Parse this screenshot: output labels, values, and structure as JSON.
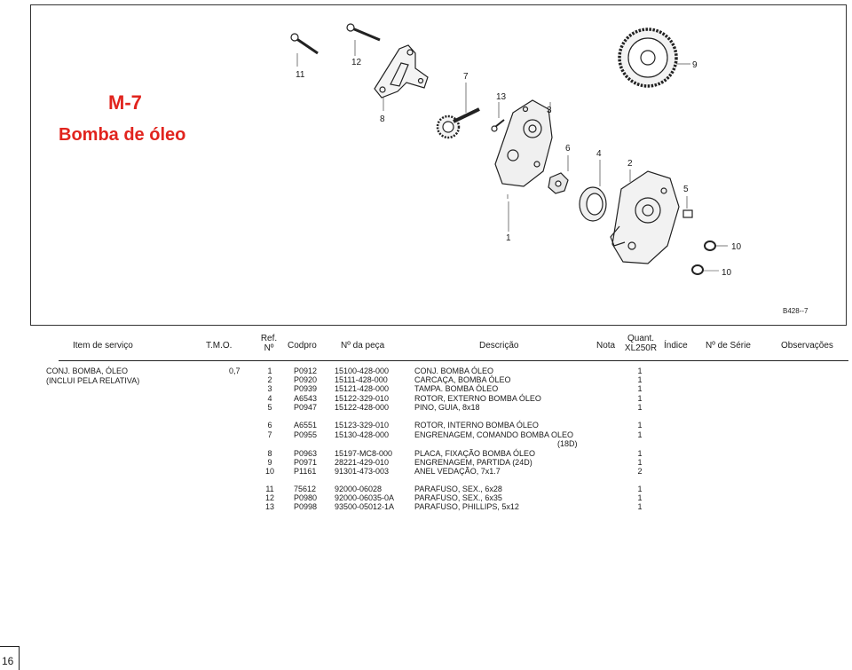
{
  "title": {
    "code": "M-7",
    "name": "Bomba de óleo"
  },
  "figure": {
    "code": "B428--7",
    "callouts": [
      "11",
      "12",
      "8",
      "7",
      "13",
      "3",
      "6",
      "4",
      "2",
      "9",
      "5",
      "10",
      "10",
      "1"
    ]
  },
  "columns": {
    "item": "Item de serviço",
    "tmo": "T.M.O.",
    "ref_line1": "Ref.",
    "ref_line2": "Nº",
    "codpro": "Codpro",
    "part_no": "Nº da peça",
    "description": "Descrição",
    "note": "Nota",
    "qty_line1": "Quant.",
    "qty_line2": "XL250R",
    "index": "Índice",
    "serial": "Nº de Série",
    "remarks": "Observações"
  },
  "service_item": {
    "line1": "CONJ. BOMBA, ÓLEO",
    "line2": "(INCLUI PELA RELATIVA)",
    "tmo": "0,7"
  },
  "rows": [
    {
      "ref": "1",
      "codpro": "P0912",
      "part_no": "15100-428-000",
      "desc": "CONJ. BOMBA ÓLEO",
      "qty": "1"
    },
    {
      "ref": "2",
      "codpro": "P0920",
      "part_no": "15111-428-000",
      "desc": "CARCAÇA, BOMBA ÓLEO",
      "qty": "1"
    },
    {
      "ref": "3",
      "codpro": "P0939",
      "part_no": "15121-428-000",
      "desc": "TAMPA. BOMBA ÓLEO",
      "qty": "1"
    },
    {
      "ref": "4",
      "codpro": "A6543",
      "part_no": "15122-329-010",
      "desc": "ROTOR, EXTERNO BOMBA ÓLEO",
      "qty": "1"
    },
    {
      "ref": "5",
      "codpro": "P0947",
      "part_no": "15122-428-000",
      "desc": "PINO, GUIA, 8x18",
      "qty": "1"
    },
    {
      "ref": "6",
      "codpro": "A6551",
      "part_no": "15123-329-010",
      "desc": "ROTOR, INTERNO BOMBA ÓLEO",
      "qty": "1"
    },
    {
      "ref": "7",
      "codpro": "P0955",
      "part_no": "15130-428-000",
      "desc": "ENGRENAGEM, COMANDO BOMBA OLEO",
      "qty": "1"
    },
    {
      "ref": "",
      "codpro": "",
      "part_no": "",
      "desc": "(18D)",
      "qty": ""
    },
    {
      "ref": "8",
      "codpro": "P0963",
      "part_no": "15197-MC8-000",
      "desc": "PLACA, FIXAÇÃO BOMBA ÓLEO",
      "qty": "1"
    },
    {
      "ref": "9",
      "codpro": "P0971",
      "part_no": "28221-429-010",
      "desc": "ENGRENAGEM, PARTIDA (24D)",
      "qty": "1"
    },
    {
      "ref": "10",
      "codpro": "P1161",
      "part_no": "91301-473-003",
      "desc": "ANEL VEDAÇÃO, 7x1.7",
      "qty": "2"
    },
    {
      "ref": "11",
      "codpro": "75612",
      "part_no": "92000-06028",
      "desc": "PARAFUSO, SEX., 6x28",
      "qty": "1"
    },
    {
      "ref": "12",
      "codpro": "P0980",
      "part_no": "92000-06035-0A",
      "desc": "PARAFUSO, SEX., 6x35",
      "qty": "1"
    },
    {
      "ref": "13",
      "codpro": "P0998",
      "part_no": "93500-05012-1A",
      "desc": "PARAFUSO, PHILLIPS, 5x12",
      "qty": "1"
    }
  ],
  "page_number": "16",
  "colors": {
    "title": "#e1241e",
    "ink": "#1a1a1a"
  }
}
